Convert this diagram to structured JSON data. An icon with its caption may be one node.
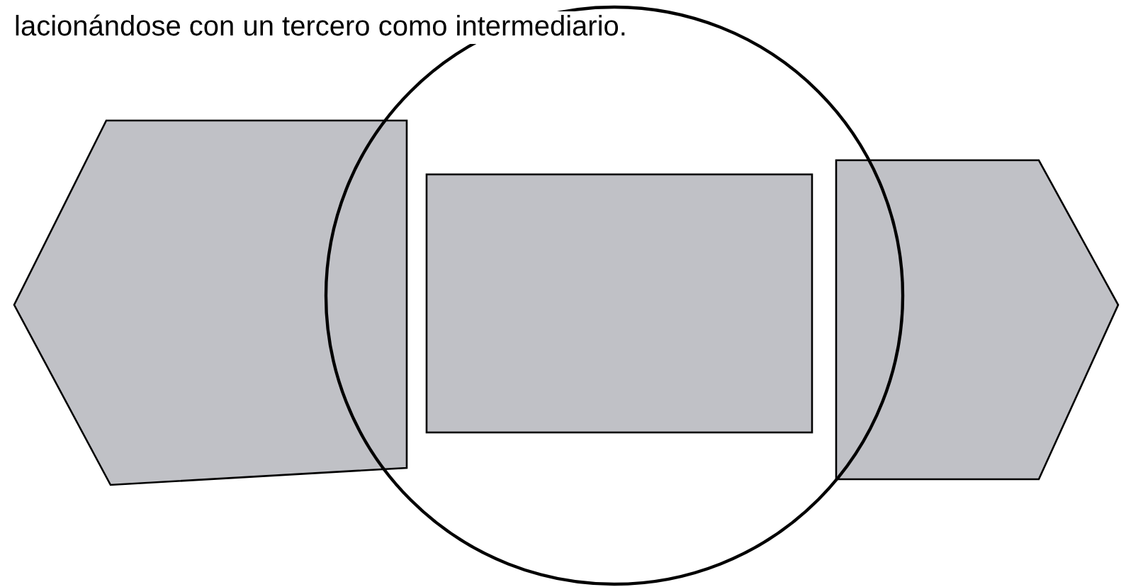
{
  "diagram": {
    "nodes": [
      {
        "text": [],
        "shape": "pentagon"
      },
      {
        "text": [],
        "shape": "box",
        "in": 3
      },
      {
        "text": [],
        "shape": "pentagon"
      },
      {
        "text": [],
        "shape": "circle"
      }
    ],
    "labels": [
      "lacionándose con un tercero como intermediario."
    ]
  }
}
